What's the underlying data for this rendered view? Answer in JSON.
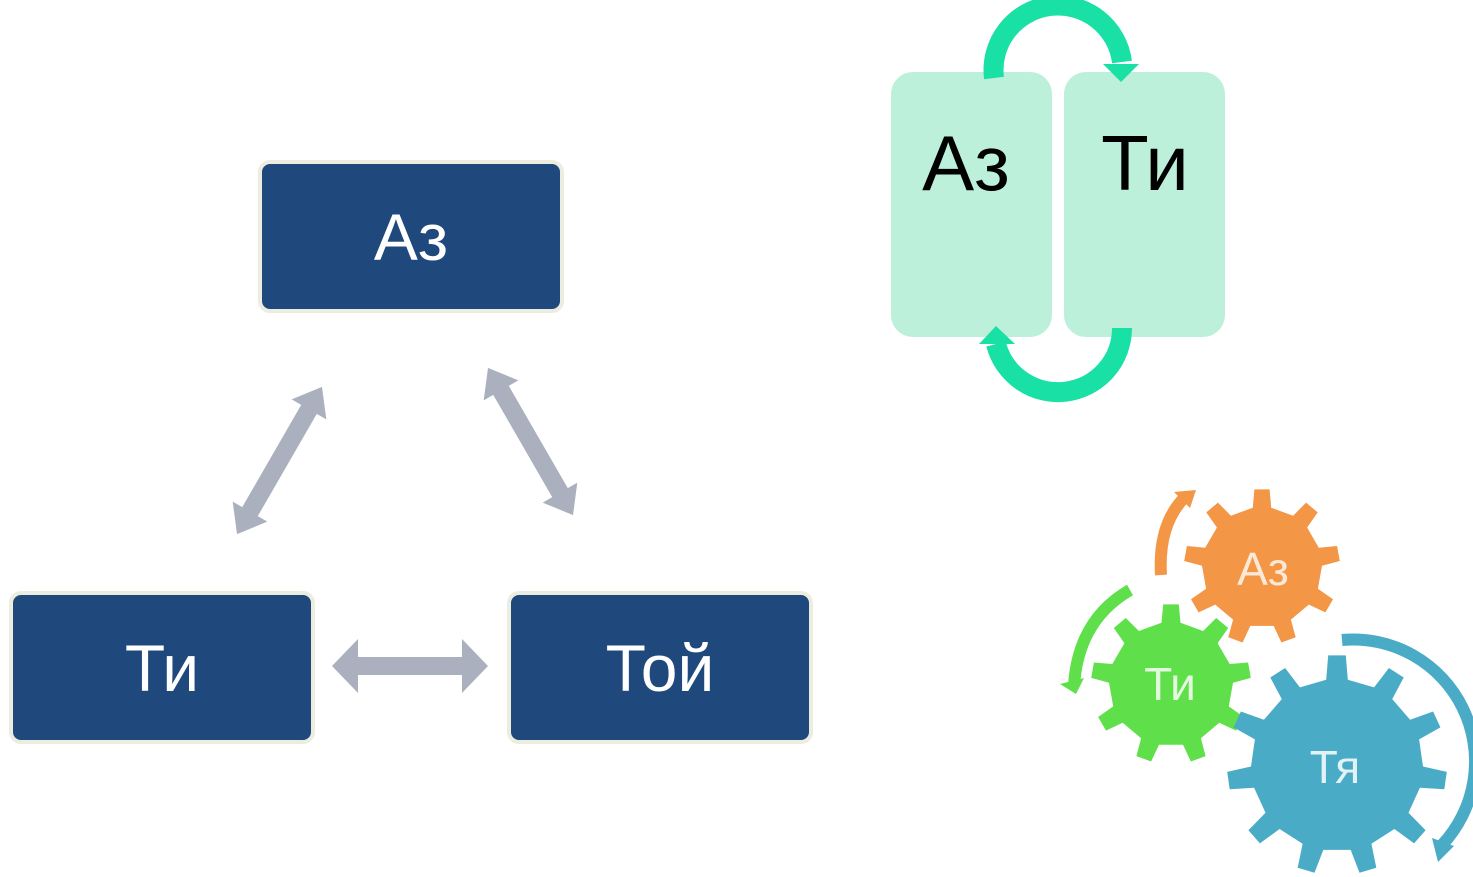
{
  "cycle_diagram": {
    "nodes": [
      {
        "label": "Аз"
      },
      {
        "label": "Ти"
      },
      {
        "label": "Той"
      }
    ]
  },
  "exchange_diagram": {
    "left_label": "Аз",
    "right_label": "Ти"
  },
  "gears_diagram": {
    "gears": [
      {
        "label": "Аз"
      },
      {
        "label": "Ти"
      },
      {
        "label": "Тя"
      }
    ]
  },
  "colors": {
    "node_fill": "#1f497d",
    "node_border": "#ececdf",
    "connector_arrow": "#aab0be",
    "exchange_panel": "#bdf0da",
    "exchange_arrow": "#19e0a5",
    "gear_orange": "#f39646",
    "gear_green": "#5fe04a",
    "gear_blue": "#4aabc6"
  }
}
